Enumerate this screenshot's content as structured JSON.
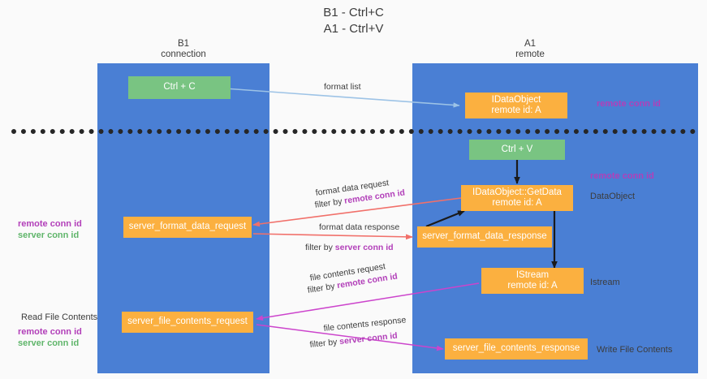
{
  "title": {
    "line1": "B1 - Ctrl+C",
    "line2": "A1 - Ctrl+V"
  },
  "lanes": [
    {
      "id": "b1",
      "name": "B1",
      "sub": "connection",
      "color": "#4a7fd4"
    },
    {
      "id": "a1",
      "name": "A1",
      "sub": "remote",
      "color": "#4a7fd4"
    }
  ],
  "colors": {
    "lane": "#4a7fd4",
    "green_node": "#79c482",
    "orange_node": "#fbb040",
    "purple_text": "#b23fb9",
    "green_text": "#5fb56a",
    "arrow_blue": "#9dc3e6",
    "arrow_red": "#f1706a",
    "arrow_magenta": "#cc44cc",
    "arrow_black": "#1a1a1a",
    "divider": "#262626",
    "background": "#fafafa"
  },
  "nodes": {
    "ctrl_c": {
      "label": "Ctrl + C"
    },
    "idataobject": {
      "line1": "IDataObject",
      "line2": "remote id: A"
    },
    "ctrl_v": {
      "label": "Ctrl + V"
    },
    "getdata": {
      "line1": "IDataObject::GetData",
      "line2": "remote id: A"
    },
    "server_format_data_request": {
      "label": "server_format_data_request"
    },
    "server_format_data_response": {
      "label": "server_format_data_response"
    },
    "istream": {
      "line1": "IStream",
      "line2": "remote id: A"
    },
    "server_file_contents_request": {
      "label": "server_file_contents_request"
    },
    "server_file_contents_response": {
      "label": "server_file_contents_response"
    }
  },
  "edge_labels": {
    "format_list": "format list",
    "format_data_request": "format data request",
    "format_data_request_filter_prefix": "filter by ",
    "format_data_request_filter_key": "remote conn id",
    "format_data_response": "format data response",
    "format_data_response_filter_prefix": "filter by ",
    "format_data_response_filter_key": "server conn id",
    "file_contents_request": "file contents request",
    "file_contents_request_filter_prefix": "filter by ",
    "file_contents_request_filter_key": "remote conn id",
    "file_contents_response": "file contents response",
    "file_contents_response_filter_prefix": "filter by ",
    "file_contents_response_filter_key": "server conn id"
  },
  "side_labels": {
    "right_remote_conn_id_top": "remote conn id",
    "right_remote_conn_id_mid": "remote conn id",
    "right_dataobject": "DataObject",
    "right_istream": "Istream",
    "right_write_file_contents": "Write File Contents",
    "left_remote_conn_id_1": "remote conn id",
    "left_server_conn_id_1": "server conn id",
    "left_read_file_contents": "Read File Contents",
    "left_remote_conn_id_2": "remote conn id",
    "left_server_conn_id_2": "server conn id"
  }
}
